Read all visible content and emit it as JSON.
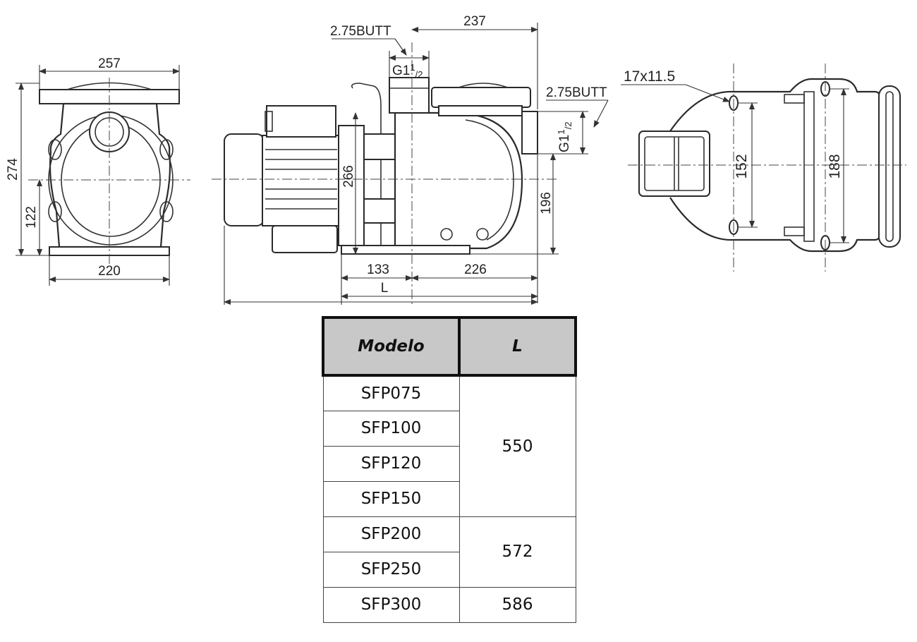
{
  "front_view": {
    "dims": {
      "top_width": "257",
      "height": "274",
      "lower_height": "122",
      "base_width": "220"
    }
  },
  "side_view": {
    "dims": {
      "outlet_offset": "237",
      "outlet_butt": "2.75BUTT",
      "outlet_thread": "G1",
      "height_motor": "266",
      "height_inlet": "196",
      "base_left": "133",
      "base_right": "226",
      "length": "L",
      "inlet_butt": "2.75BUTT",
      "inlet_thread": "G1",
      "thread_frac_num": "1",
      "thread_frac_den": "2"
    }
  },
  "top_view": {
    "dims": {
      "hole": "17x11.5",
      "inner_spacing": "152",
      "outer_spacing": "188"
    }
  },
  "table": {
    "headers": [
      "Modelo",
      "L"
    ],
    "models": [
      "SFP075",
      "SFP100",
      "SFP120",
      "SFP150",
      "SFP200",
      "SFP250",
      "SFP300"
    ],
    "lengths": [
      "550",
      "572",
      "586"
    ]
  }
}
